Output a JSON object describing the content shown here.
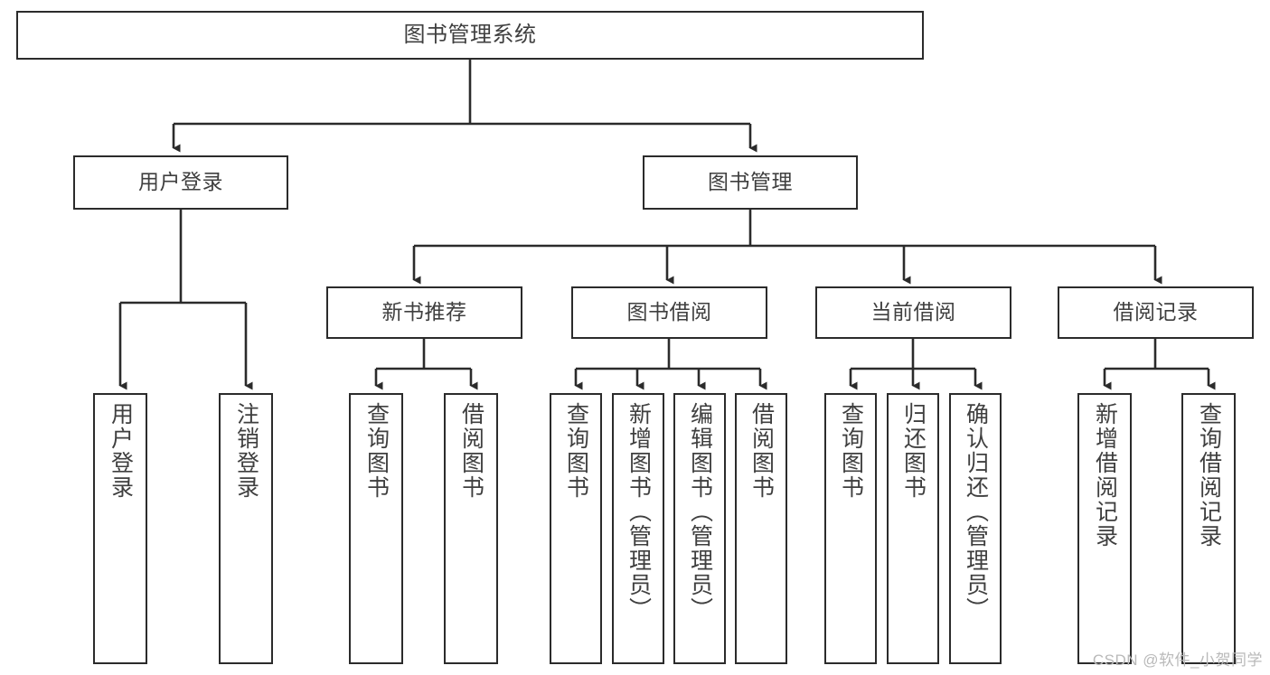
{
  "diagram": {
    "title": "图书管理系统",
    "watermark": "CSDN @软件_小贺同学",
    "line_color": "#2b2b2b",
    "box_fill": "#ffffff",
    "text_color": "#3f3f3f",
    "root": {
      "label": "图书管理系统"
    },
    "level1": [
      {
        "label": "用户登录"
      },
      {
        "label": "图书管理"
      }
    ],
    "level2": [
      {
        "label": "新书推荐"
      },
      {
        "label": "图书借阅"
      },
      {
        "label": "当前借阅"
      },
      {
        "label": "借阅记录"
      }
    ],
    "leaves": {
      "user_login": [
        {
          "label": "用户登录"
        },
        {
          "label": "注销登录"
        }
      ],
      "new_book": [
        {
          "label": "查询图书"
        },
        {
          "label": "借阅图书"
        }
      ],
      "borrow_book": [
        {
          "label": "查询图书"
        },
        {
          "label": "新增图书（管理员）"
        },
        {
          "label": "编辑图书（管理员）"
        },
        {
          "label": "借阅图书"
        }
      ],
      "current_borrow": [
        {
          "label": "查询图书"
        },
        {
          "label": "归还图书"
        },
        {
          "label": "确认归还（管理员）"
        }
      ],
      "borrow_record": [
        {
          "label": "新增借阅记录"
        },
        {
          "label": "查询借阅记录"
        }
      ]
    }
  }
}
